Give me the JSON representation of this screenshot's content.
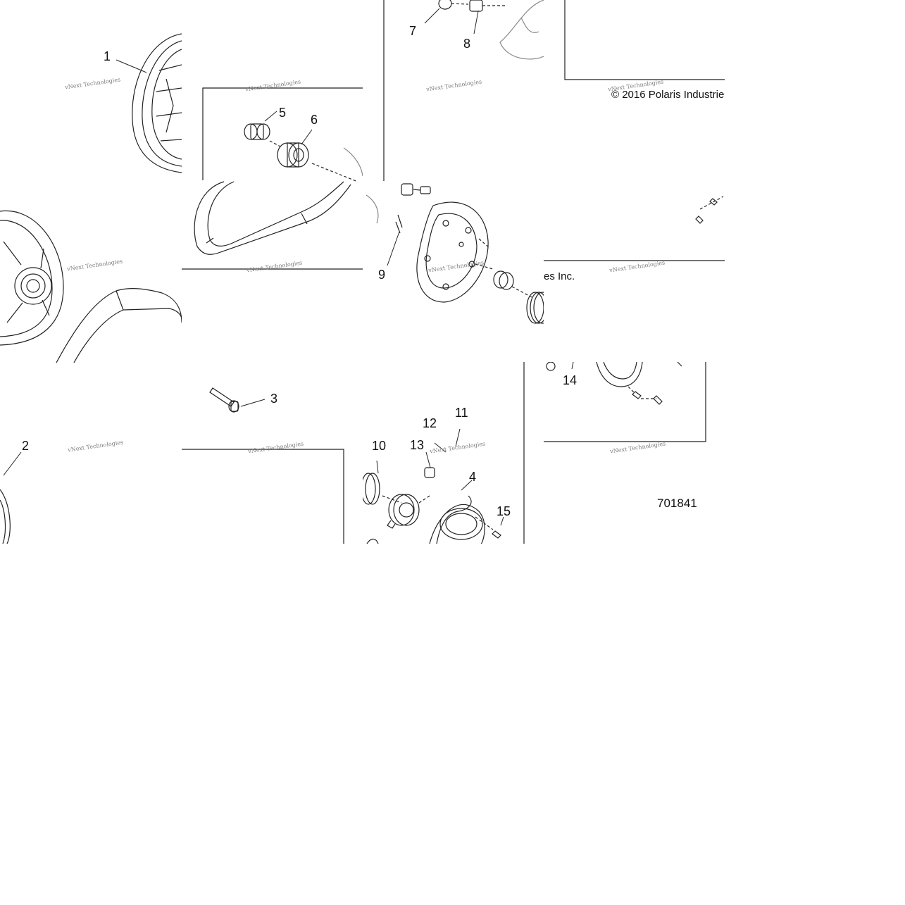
{
  "callouts": {
    "c1": "1",
    "c2": "2",
    "c3": "3",
    "c4": "4",
    "c5": "5",
    "c6": "6",
    "c7": "7",
    "c8": "8",
    "c9": "9",
    "c10": "10",
    "c11": "11",
    "c12": "12",
    "c13": "13",
    "c14": "14",
    "c15": "15"
  },
  "watermark": "vNext Technologies",
  "copyright_fragment_a": "© 2016 Polaris Industrie",
  "copyright_fragment_b": "es Inc.",
  "figure_number": "701841"
}
